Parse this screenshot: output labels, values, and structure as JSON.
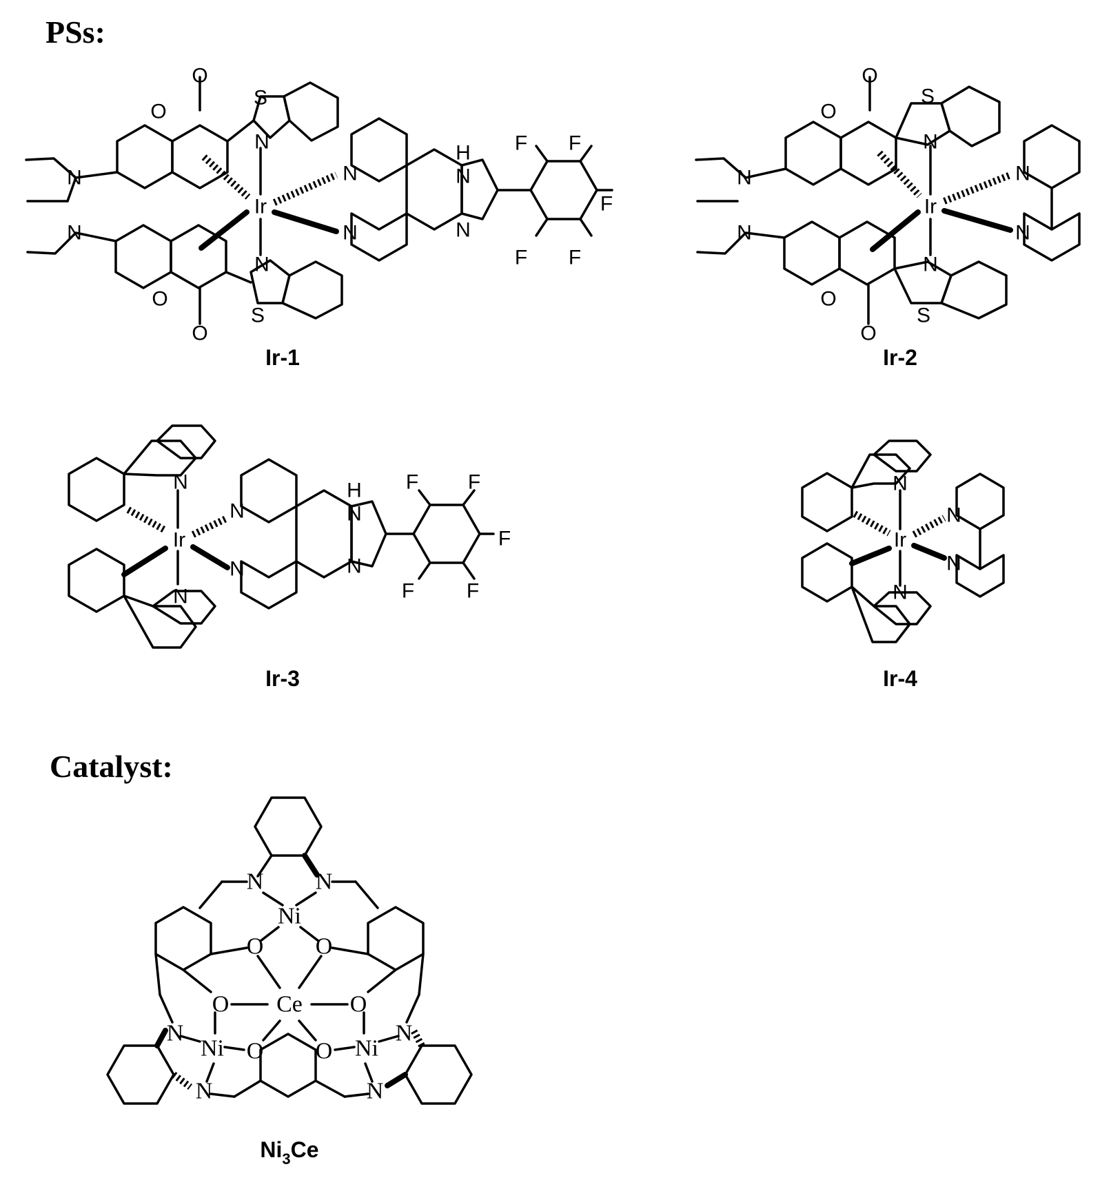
{
  "sections": {
    "ps_heading": "PSs:",
    "catalyst_heading": "Catalyst:"
  },
  "compounds": {
    "ir1": "Ir-1",
    "ir2": "Ir-2",
    "ir3": "Ir-3",
    "ir4": "Ir-4",
    "cat_base": "Ni",
    "cat_sub": "3",
    "cat_tail": "Ce"
  },
  "atoms": {
    "iridium": "Ir",
    "nitrogen": "N",
    "oxygen": "O",
    "sulfur": "S",
    "fluorine": "F",
    "hydrogen": "H",
    "nickel": "Ni",
    "cerium": "Ce"
  }
}
